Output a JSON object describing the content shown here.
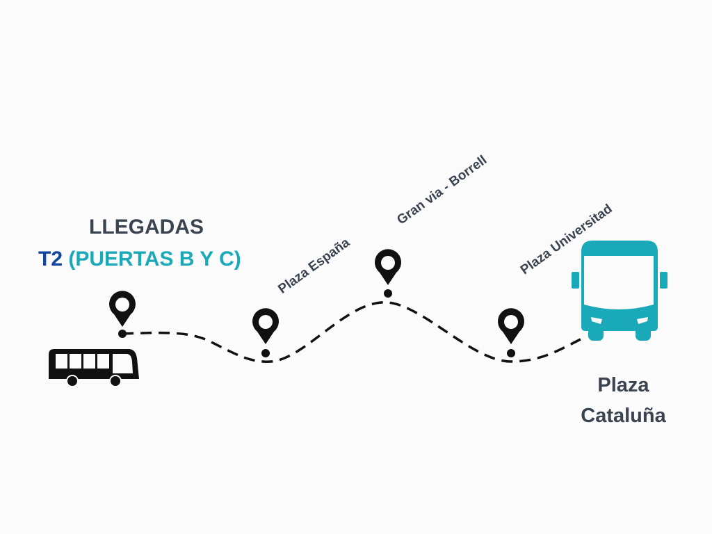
{
  "heading": {
    "line1": "LLEGADAS",
    "terminal": "T2",
    "gates": "(PUERTAS B Y C)"
  },
  "stops": [
    {
      "label": "Plaza España"
    },
    {
      "label": "Gran via - Borrell"
    },
    {
      "label": "Plaza Universitad"
    }
  ],
  "destination": {
    "line1": "Plaza",
    "line2": "Cataluña"
  },
  "colors": {
    "text": "#3a4350",
    "terminal": "#1446a0",
    "accent": "#1aa9b8",
    "icons": "#111111"
  }
}
